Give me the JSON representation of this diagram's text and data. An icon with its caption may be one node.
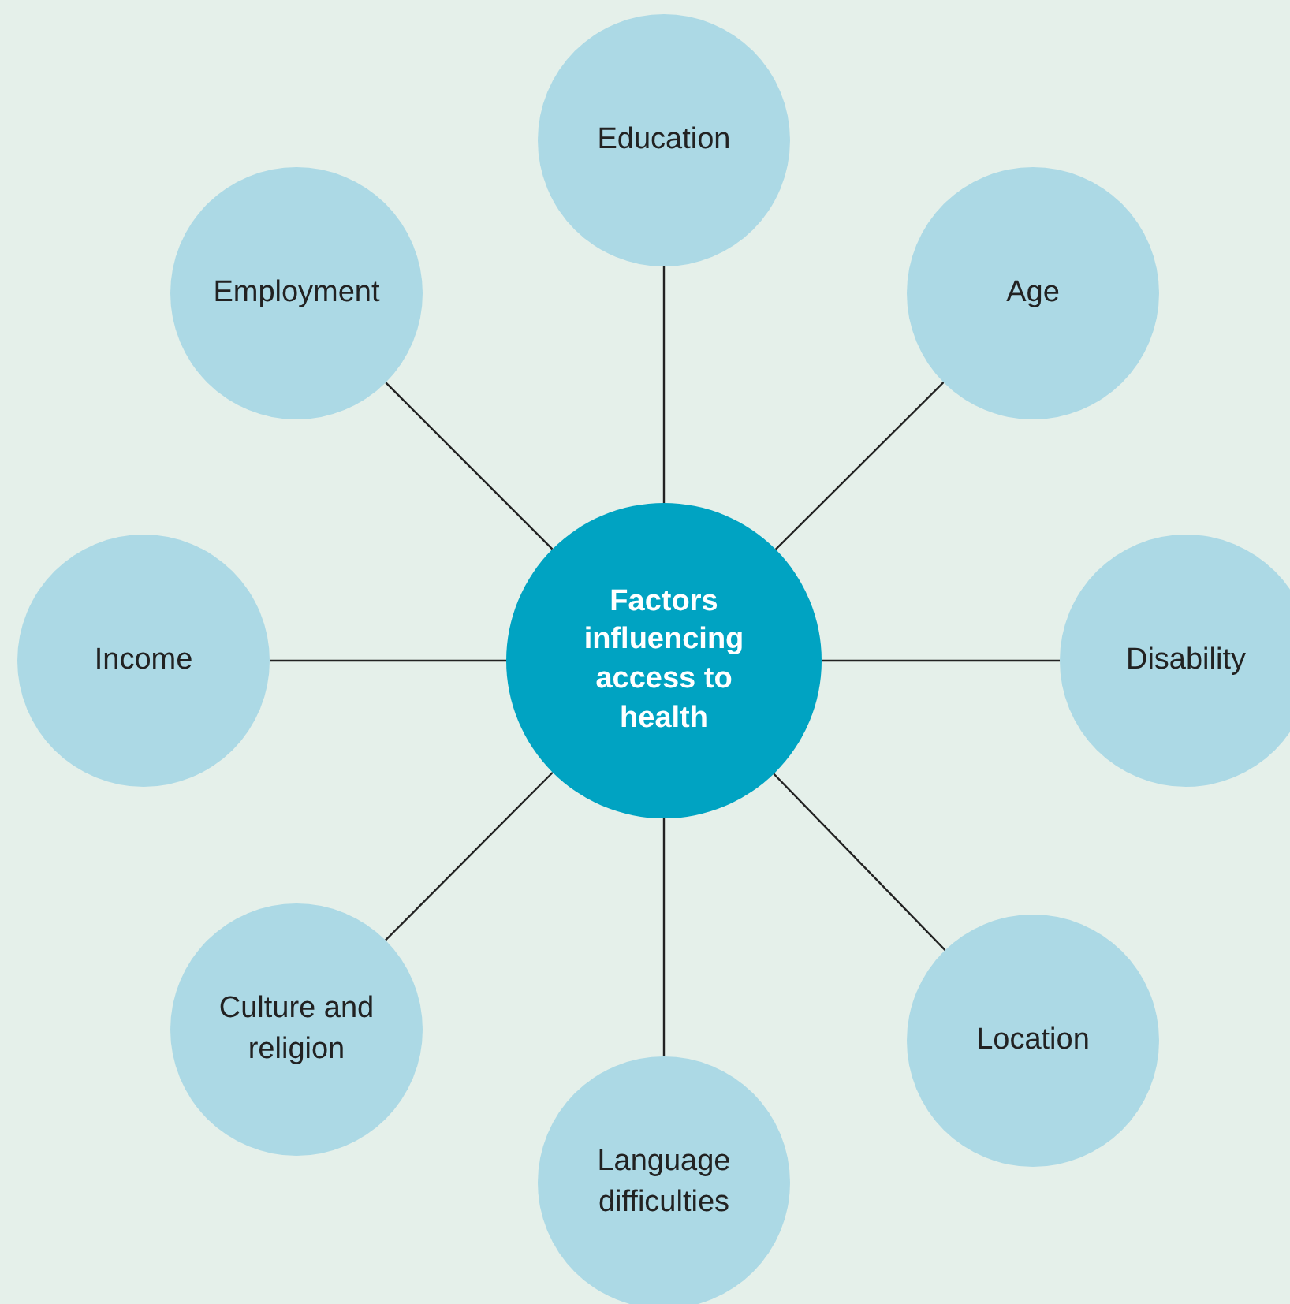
{
  "diagram": {
    "nodes": [
      {
        "text": [
          "Factors influencing access to health"
        ]
      },
      {
        "text": [
          "Education"
        ]
      },
      {
        "text": [
          "Age"
        ]
      },
      {
        "text": [
          "Employment"
        ]
      },
      {
        "text": [
          "Income"
        ]
      },
      {
        "text": [
          "Disability"
        ]
      },
      {
        "text": [
          "Culture and religion"
        ]
      },
      {
        "text": [
          "Location"
        ]
      },
      {
        "text": [
          "Language difficulties"
        ]
      }
    ],
    "edges": [
      {
        "from": 0,
        "to": 1,
        "arrow": "none"
      },
      {
        "from": 0,
        "to": 2,
        "arrow": "none"
      },
      {
        "from": 0,
        "to": 3,
        "arrow": "none"
      },
      {
        "from": 0,
        "to": 4,
        "arrow": "none"
      },
      {
        "from": 0,
        "to": 5,
        "arrow": "none"
      },
      {
        "from": 0,
        "to": 6,
        "arrow": "none"
      },
      {
        "from": 0,
        "to": 7,
        "arrow": "none"
      },
      {
        "from": 0,
        "to": 8,
        "arrow": "none"
      }
    ]
  }
}
